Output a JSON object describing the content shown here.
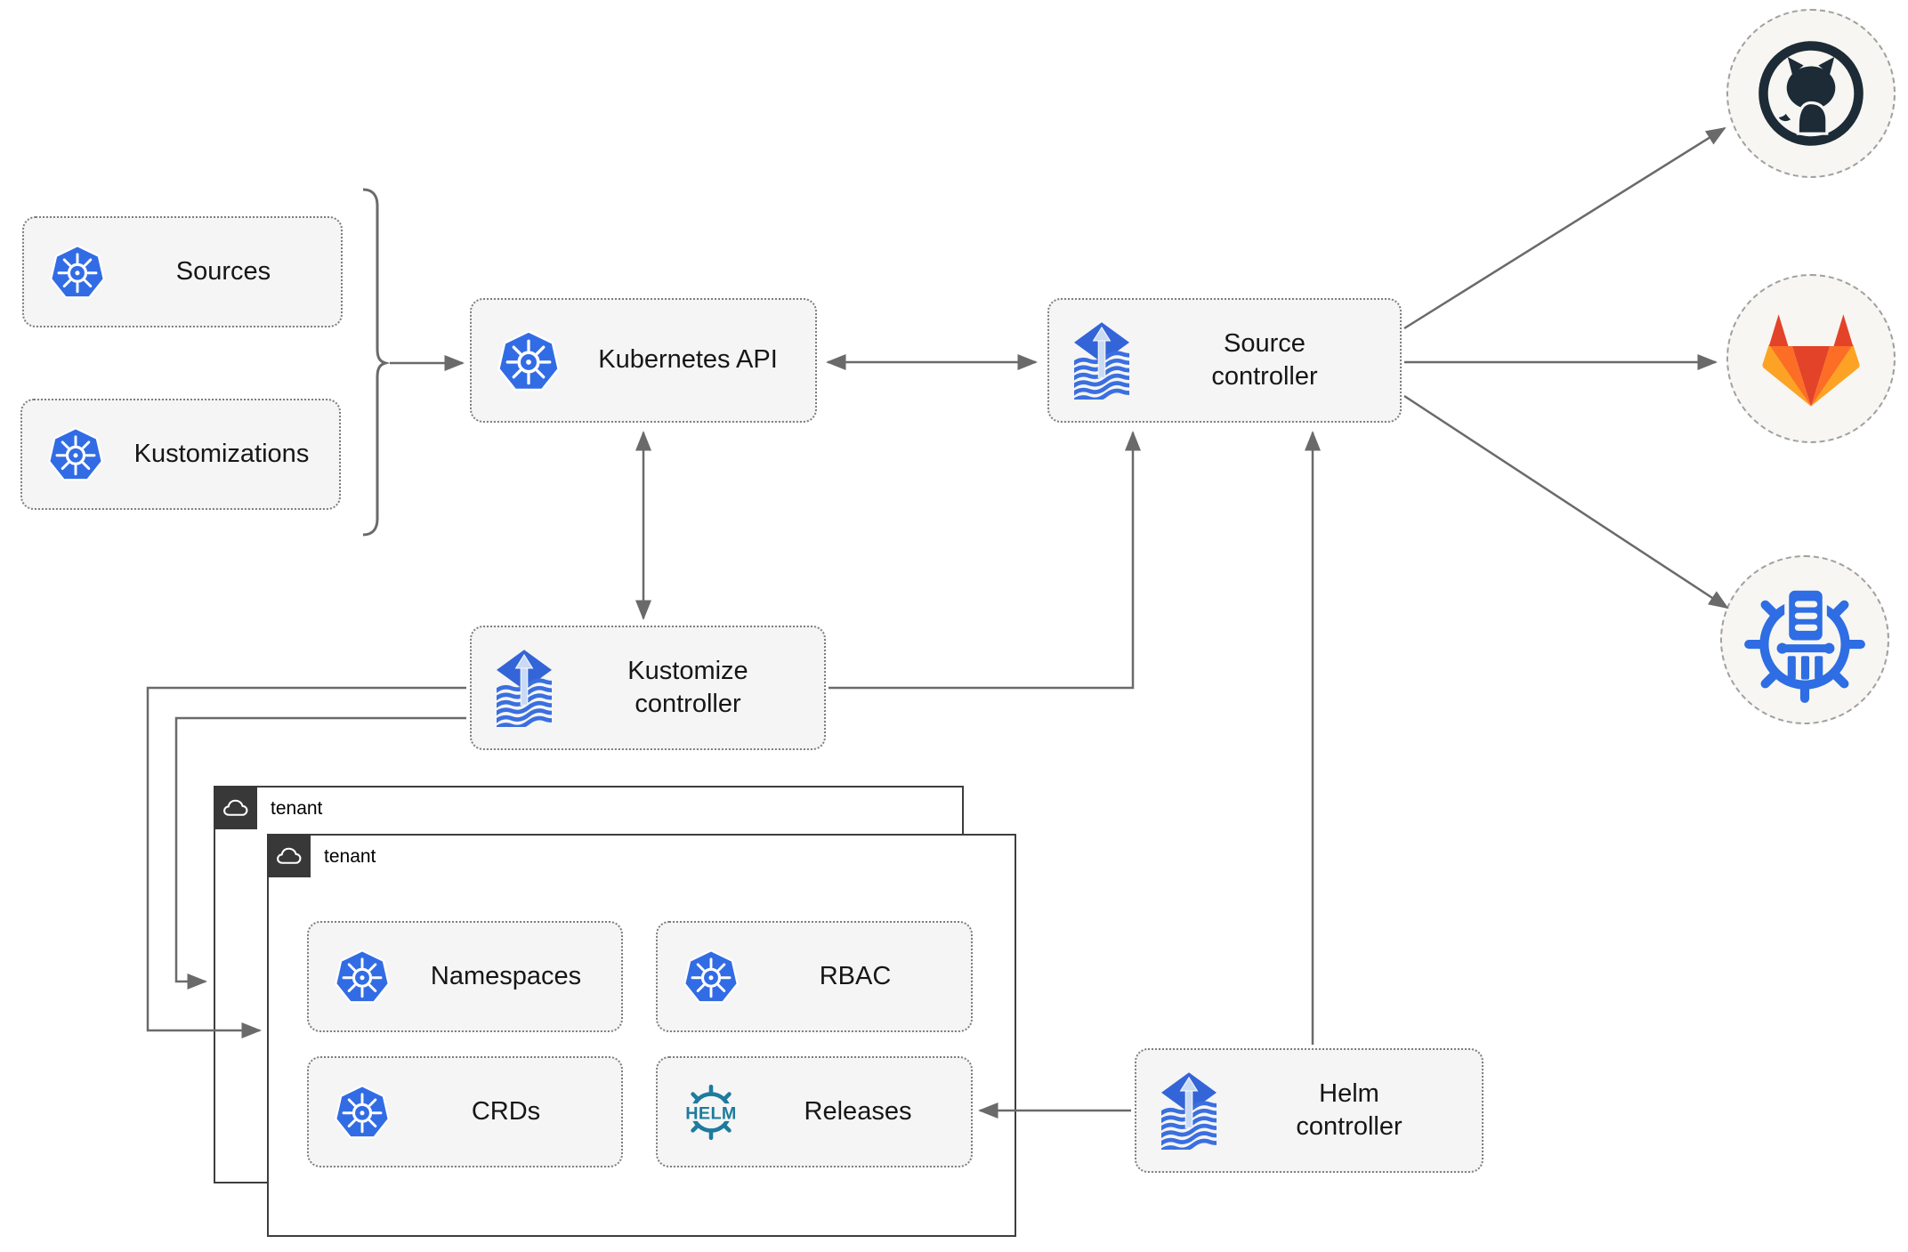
{
  "nodes": {
    "sources": {
      "label": "Sources"
    },
    "kustomizations": {
      "label": "Kustomizations"
    },
    "kubernetes_api": {
      "label": "Kubernetes API"
    },
    "source_controller": {
      "label": "Source controller"
    },
    "kustomize_controller": {
      "label": "Kustomize controller"
    },
    "helm_controller": {
      "label": "Helm controller"
    },
    "namespaces": {
      "label": "Namespaces"
    },
    "rbac": {
      "label": "RBAC"
    },
    "crds": {
      "label": "CRDs"
    },
    "releases": {
      "label": "Releases"
    }
  },
  "groups": {
    "outer_tenant": {
      "label": "tenant"
    },
    "inner_tenant": {
      "label": "tenant"
    }
  },
  "icons": {
    "helm_logo_text": "HELM",
    "kubernetes": "kubernetes-icon",
    "flux": "flux-icon",
    "github": "github-icon",
    "gitlab": "gitlab-icon",
    "helm_repository": "helm-repository-icon",
    "cloud": "cloud-icon"
  },
  "edges": [
    {
      "from": "sources-kustomizations-brace",
      "to": "kubernetes_api",
      "style": "arrow"
    },
    {
      "from": "kubernetes_api",
      "to": "source_controller",
      "style": "double-arrow"
    },
    {
      "from": "kubernetes_api",
      "to": "kustomize_controller",
      "style": "double-arrow"
    },
    {
      "from": "kustomize_controller",
      "to": "source_controller",
      "style": "arrow"
    },
    {
      "from": "kustomize_controller",
      "to": "outer_tenant",
      "style": "arrow"
    },
    {
      "from": "kustomize_controller",
      "to": "inner_tenant",
      "style": "arrow"
    },
    {
      "from": "helm_controller",
      "to": "source_controller",
      "style": "arrow"
    },
    {
      "from": "helm_controller",
      "to": "releases",
      "style": "arrow"
    },
    {
      "from": "source_controller",
      "to": "github",
      "style": "arrow"
    },
    {
      "from": "source_controller",
      "to": "gitlab",
      "style": "arrow"
    },
    {
      "from": "source_controller",
      "to": "helm_repository",
      "style": "arrow"
    }
  ],
  "colors": {
    "kubernetes_blue": "#326ce5",
    "flux_blue": "#3365d8",
    "helm_teal": "#1d7b9d",
    "github_dark": "#1c2b36",
    "gitlab_red": "#e24329",
    "gitlab_orange": "#fc6d26",
    "gitlab_amber": "#fca326",
    "chartmuseum_blue": "#2e6de3",
    "arrow_gray": "#6a6a6a",
    "node_fill": "#f5f5f5"
  }
}
